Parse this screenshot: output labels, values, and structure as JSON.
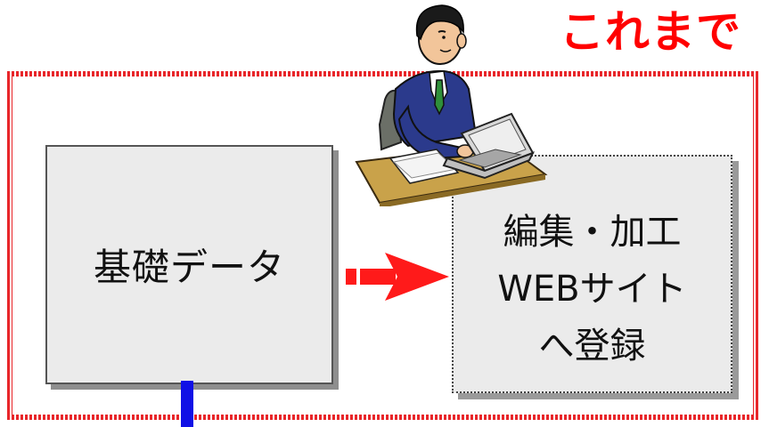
{
  "title": "これまで",
  "boxes": {
    "base_data": "基礎データ",
    "edit_lines": [
      "編集・加工",
      "WEBサイト",
      "へ登録"
    ]
  },
  "colors": {
    "title": "#ff0000",
    "frame": "#e8262a",
    "arrow": "#ff0000",
    "connector": "#1010e6",
    "box_fill": "#ebebeb"
  },
  "illustration": "businessman-at-laptop-icon"
}
